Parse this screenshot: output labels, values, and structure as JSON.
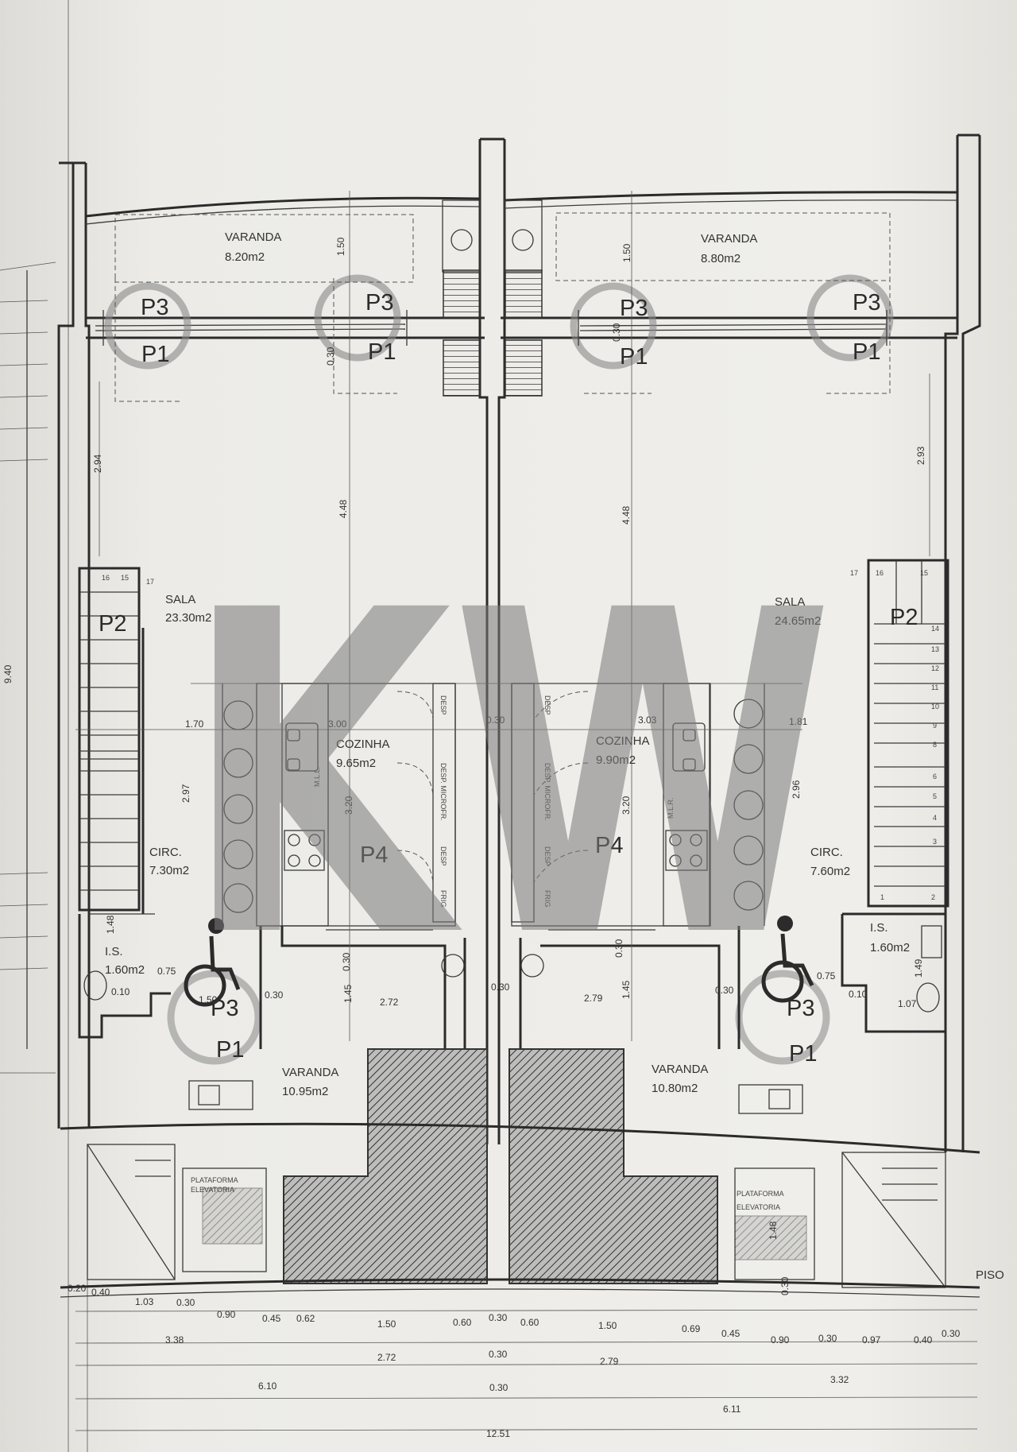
{
  "rooms": {
    "varanda_top_left": {
      "name": "VARANDA",
      "area": "8.20m2"
    },
    "varanda_top_right": {
      "name": "VARANDA",
      "area": "8.80m2"
    },
    "sala_left": {
      "name": "SALA",
      "area": "23.30m2"
    },
    "sala_right": {
      "name": "SALA",
      "area": "24.65m2"
    },
    "cozinha_left": {
      "name": "COZINHA",
      "area": "9.65m2"
    },
    "cozinha_right": {
      "name": "COZINHA",
      "area": "9.90m2"
    },
    "circ_left": {
      "name": "CIRC.",
      "area": "7.30m2"
    },
    "circ_right": {
      "name": "CIRC.",
      "area": "7.60m2"
    },
    "is_left": {
      "name": "I.S.",
      "area": "1.60m2"
    },
    "is_right": {
      "name": "I.S.",
      "area": "1.60m2"
    },
    "varanda_bottom_left": {
      "name": "VARANDA",
      "area": "10.95m2"
    },
    "varanda_bottom_right": {
      "name": "VARANDA",
      "area": "10.80m2"
    },
    "plataforma_left": {
      "line1": "PLATAFORMA",
      "line2": "ELEVATORIA"
    },
    "plataforma_right": {
      "line1": "PLATAFORMA",
      "line2": "ELEVATORIA"
    }
  },
  "doors": {
    "p3a": "P3",
    "p1a": "P1",
    "p3b": "P3",
    "p1b": "P1",
    "p3c": "P3",
    "p1c": "P1",
    "p3d": "P3",
    "p1d": "P1",
    "p2_left": "P2",
    "p2_right": "P2",
    "p4_left": "P4",
    "p4_right": "P4",
    "p3_low_left": "P3",
    "p1_low_left": "P1",
    "p3_low_right": "P3",
    "p1_low_right": "P1"
  },
  "dims_vertical": {
    "v150a": "1.50",
    "v030a": "0.30",
    "v150b": "1.50",
    "v030b": "0.30",
    "v294": "2.94",
    "v293": "2.93",
    "v448a": "4.48",
    "v448b": "4.48",
    "v297": "2.97",
    "v296": "2.96",
    "v320a": "3.20",
    "v320b": "3.20",
    "v940": "9.40",
    "v148": "1.48",
    "v149": "1.49",
    "v030c": "0.30",
    "v145a": "1.45",
    "v030d": "0.30",
    "v145b": "1.45",
    "v148b": "1.48",
    "v030e": "0.30"
  },
  "dims_horizontal": {
    "h170": "1.70",
    "h300": "3.00",
    "h030mid": "0.30",
    "h303": "3.03",
    "h181": "1.81",
    "h030l": "0.30",
    "h272": "2.72",
    "h030m": "0.30",
    "h279": "2.79",
    "h030r": "0.30",
    "h075l": "0.75",
    "h075r": "0.75",
    "h150l": "1.50",
    "h107": "1.07",
    "h010l": "0.10",
    "h010r": "0.10"
  },
  "base_dims": {
    "row1": [
      "0.20",
      "0.40",
      "1.03",
      "0.30",
      "0.90",
      "0.45",
      "0.62",
      "1.50",
      "0.60",
      "0.30",
      "0.60",
      "1.50",
      "0.69",
      "0.45",
      "0.90",
      "0.30",
      "0.97",
      "0.40",
      "0.30"
    ],
    "row2": [
      "3.38",
      "2.72",
      "0.30",
      "2.79",
      "3.32"
    ],
    "row3": [
      "6.10",
      "0.30",
      "6.11"
    ],
    "total": "12.51"
  },
  "kitchen_labels": {
    "desp1": "DESP",
    "mic1": "DESP. MICROFR.",
    "desp2": "DESP",
    "frig1": "FRIG",
    "desp3": "DESP",
    "mic2": "DESP. MICROFR.",
    "desp4": "DESP",
    "frig2": "FRIG",
    "mll": "M.L.L.",
    "mlr": "M.L.R."
  },
  "stair_numbers_left": [
    "15",
    "16",
    "17"
  ],
  "stair_numbers_right": [
    "17",
    "16",
    "15",
    "14",
    "13",
    "12",
    "11",
    "10",
    "9",
    "8",
    "6",
    "5",
    "4",
    "3",
    "1",
    "2"
  ],
  "piso": "PISO",
  "watermark": "KW",
  "colors": {
    "paper": "#e9e8e4",
    "ink": "#2b2b2b",
    "watermark": "#7a7a7a"
  }
}
